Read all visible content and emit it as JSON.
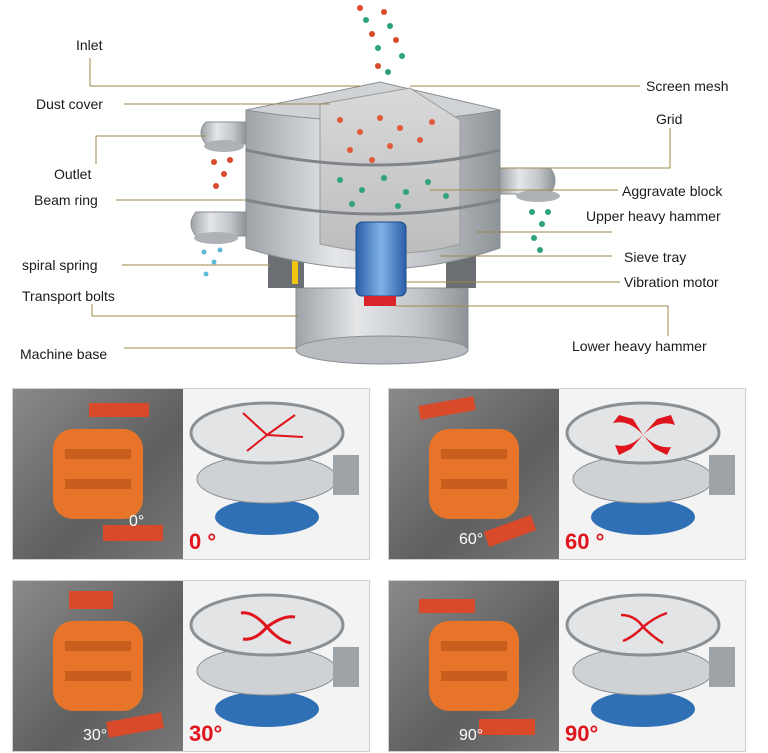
{
  "labels": {
    "inlet": "Inlet",
    "dust_cover": "Dust cover",
    "outlet": "Outlet",
    "beam_ring": "Beam ring",
    "spiral_spring": "spiral spring",
    "transport_bolts": "Transport bolts",
    "machine_base": "Machine base",
    "screen_mesh": "Screen mesh",
    "grid": "Grid",
    "aggravate_block": "Aggravate block",
    "upper_heavy_hammer": "Upper heavy hammer",
    "sieve_tray": "Sieve tray",
    "vibration_motor": "Vibration motor",
    "lower_heavy_hammer": "Lower heavy hammer"
  },
  "panels": [
    {
      "angle_small": "0°",
      "angle_big": "0 °"
    },
    {
      "angle_small": "60°",
      "angle_big": "60 °"
    },
    {
      "angle_small": "30°",
      "angle_big": "30°"
    },
    {
      "angle_small": "90°",
      "angle_big": "90°"
    }
  ],
  "colors": {
    "accent_red": "#e0141c",
    "motor_orange": "#e8742a",
    "base_blue": "#2f6fb5",
    "steel": "#c9ccd0",
    "leader_line": "#9c8a4a"
  }
}
